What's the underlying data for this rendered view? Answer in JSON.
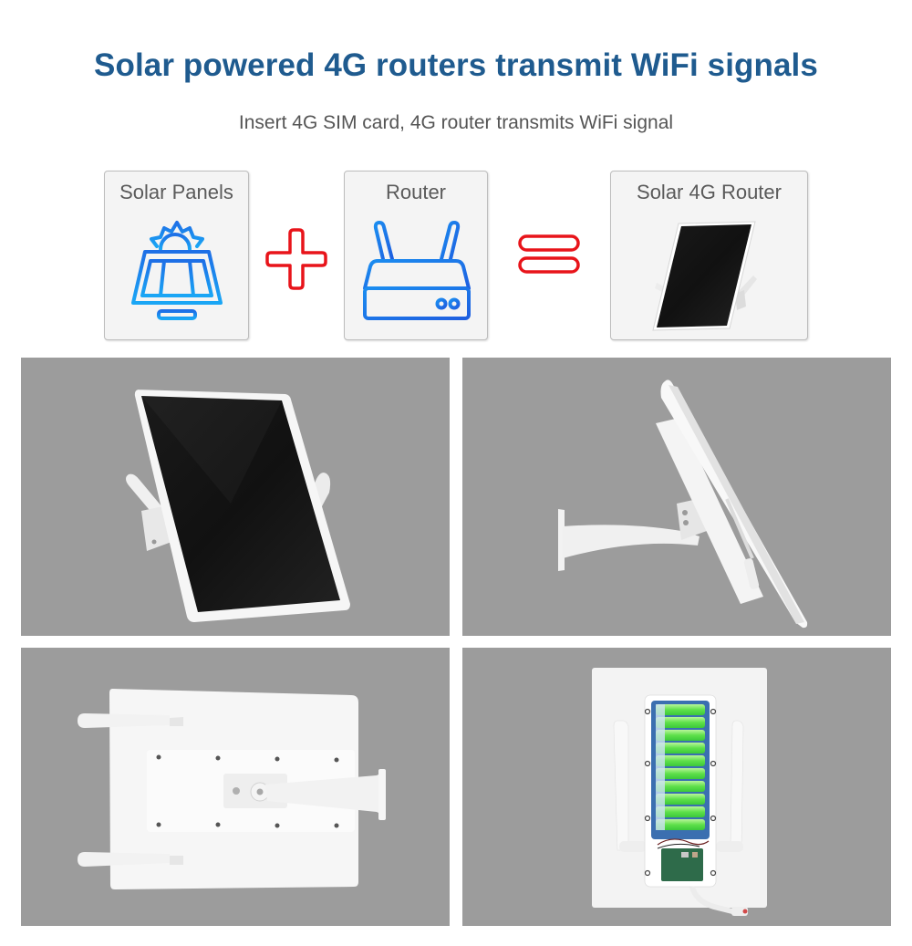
{
  "header": {
    "title": "Solar powered 4G routers transmit WiFi signals",
    "subtitle": "Insert 4G SIM card, 4G router transmits WiFi signal"
  },
  "equation": {
    "items": [
      {
        "label": "Solar Panels",
        "icon": "solar-panel-icon"
      },
      {
        "label": "Router",
        "icon": "router-icon"
      },
      {
        "label": "Solar 4G Router",
        "icon": "solar-4g-router-product"
      }
    ],
    "operators": [
      "plus-icon",
      "equals-icon"
    ],
    "colors": {
      "title": "#1f5b8f",
      "icon_blue_top": "#1e6fe6",
      "icon_blue_bottom": "#1aa6f5",
      "operator_red": "#e8141a",
      "photo_bg": "#9c9c9c"
    }
  },
  "gallery": {
    "photos": [
      {
        "name": "product-front-view",
        "description": "Solar panel front with antennas"
      },
      {
        "name": "product-side-view",
        "description": "Side view with wall mount bracket"
      },
      {
        "name": "product-back-view",
        "description": "Back view with antennas and bracket"
      },
      {
        "name": "product-battery-view",
        "description": "Open housing showing battery cells and circuit board"
      }
    ]
  }
}
